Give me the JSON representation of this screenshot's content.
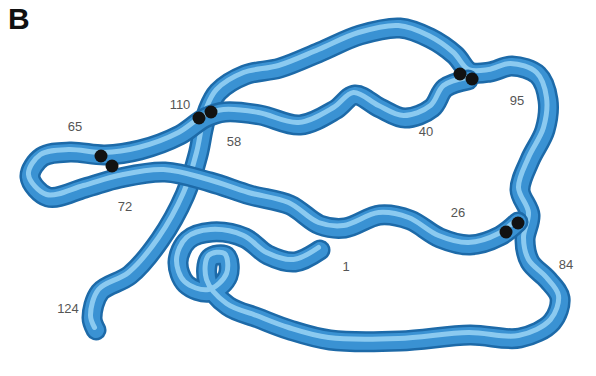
{
  "diagram": {
    "labels": [
      "B",
      "95",
      "110",
      "65",
      "58",
      "40",
      "72",
      "26",
      "84",
      "1",
      "124"
    ]
  }
}
